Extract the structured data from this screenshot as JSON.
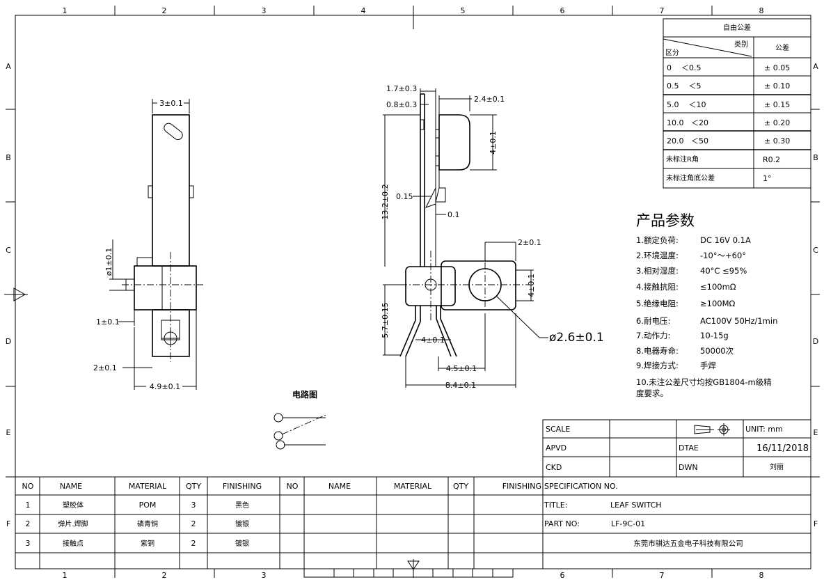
{
  "border": {
    "cols_top": [
      "1",
      "2",
      "3",
      "4",
      "5",
      "6",
      "7",
      "8"
    ],
    "cols_bottom": [
      "1",
      "2",
      "3",
      "6",
      "7",
      "8"
    ],
    "rows": [
      "A",
      "B",
      "C",
      "D",
      "E",
      "F"
    ]
  },
  "tolerance_table": {
    "title": "自由公差",
    "header_category": "类别",
    "header_range": "区分",
    "header_tol": "公差",
    "rows": [
      {
        "range": "0    ＜0.5",
        "tol": "± 0.05"
      },
      {
        "range": "0.5    ＜5",
        "tol": "± 0.10"
      },
      {
        "range": "5.0    ＜10",
        "tol": "± 0.15"
      },
      {
        "range": "10.0   ＜20",
        "tol": "± 0.20"
      },
      {
        "range": "20.0   ＜50",
        "tol": "± 0.30"
      },
      {
        "range": "未标注R角",
        "tol": "R0.2"
      },
      {
        "range": "未标注角底公差",
        "tol": "1°"
      }
    ]
  },
  "params": {
    "title": "产品参数",
    "items": [
      {
        "label": "1.额定负荷:",
        "value": "DC 16V 0.1A"
      },
      {
        "label": "2.环境温度:",
        "value": "-10°～+60°"
      },
      {
        "label": "3.相对湿度:",
        "value": "40°C ≤95%"
      },
      {
        "label": "4.接触抗阻:",
        "value": "≤100mΩ"
      },
      {
        "label": "5.绝缘电阻:",
        "value": "≥100MΩ"
      },
      {
        "label": "6.耐电压:",
        "value": "AC100V 50Hz/1min"
      },
      {
        "label": "7.动作力:",
        "value": "10-15g"
      },
      {
        "label": "8.电器寿命:",
        "value": "50000次"
      },
      {
        "label": "9.焊接方式:",
        "value": "手焊"
      }
    ],
    "note_line1": "10.未注公差尺寸均按GB1804-m级精",
    "note_line2": "度要求。"
  },
  "dims_left": {
    "w3": "3±0.1",
    "d1": "ø1±0.1",
    "t1": "1±0.1",
    "t2": "2±0.1",
    "w49": "4.9±0.1"
  },
  "dims_right": {
    "d17": "1.7±0.3",
    "d08": "0.8±0.3",
    "d24": "2.4±0.1",
    "d4a": "4±0.1",
    "d015": "0.15",
    "d01": "0.1",
    "d132": "13.2±0.2",
    "d2": "2±0.1",
    "d4b": "4±0.1",
    "d57": "5.7±0.15",
    "d4c": "4±0.1",
    "d45": "4.5±0.1",
    "d84": "8.4±0.1",
    "dia": "ø2.6±0.1"
  },
  "circuit_label": "电路图",
  "bom": {
    "headers": [
      "NO",
      "NAME",
      "MATERIAL",
      "QTY",
      "FINISHING",
      "NO",
      "NAME",
      "MATERIAL",
      "QTY",
      "FINISHING"
    ],
    "rows": [
      {
        "no": "1",
        "name": "塑胶体",
        "material": "POM",
        "qty": "3",
        "finishing": "黑色"
      },
      {
        "no": "2",
        "name": "弹片.焊脚",
        "material": "磷青铜",
        "qty": "2",
        "finishing": "镀银"
      },
      {
        "no": "3",
        "name": "接触点",
        "material": "紫铜",
        "qty": "2",
        "finishing": "镀银"
      }
    ]
  },
  "title_block": {
    "scale_label": "SCALE",
    "unit": "UNIT: mm",
    "apvd_label": "APVD",
    "dtae_label": "DTAE",
    "date": "16/11/2018",
    "ckd_label": "CKD",
    "dwn_label": "DWN",
    "drawn_by": "刘丽",
    "spec_label": "SPECIFICATION NO.",
    "title_label": "TITLE:",
    "title_value": "LEAF SWITCH",
    "part_label": "PART NO:",
    "part_value": "LF-9C-01",
    "company": "东莞市骐达五金电子科技有限公司"
  }
}
